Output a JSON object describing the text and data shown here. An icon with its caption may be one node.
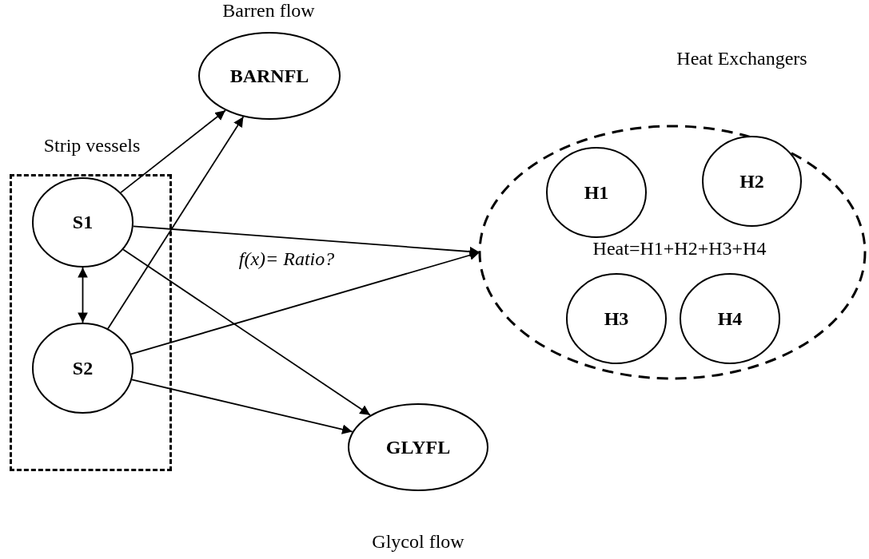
{
  "diagram": {
    "nodes": [
      {
        "text": [
          "Strip vessels"
        ]
      },
      {
        "text": [
          "S1"
        ],
        "in": 0
      },
      {
        "text": [
          "S2"
        ],
        "in": 0
      },
      {
        "text": [
          "Barren flow",
          "BARNFL"
        ]
      },
      {
        "text": [
          "Heat Exchangers",
          "Heat=H1+H2+H3+H4"
        ]
      },
      {
        "text": [
          "H1"
        ],
        "in": 4
      },
      {
        "text": [
          "H2"
        ],
        "in": 4
      },
      {
        "text": [
          "H3"
        ],
        "in": 4
      },
      {
        "text": [
          "H4"
        ],
        "in": 4
      },
      {
        "text": [
          "GLYFL",
          "Glycol flow"
        ]
      }
    ],
    "edges": [
      {
        "from": 1,
        "to": 2,
        "arrow": "both"
      },
      {
        "from": 1,
        "to": 3,
        "arrow": "to"
      },
      {
        "from": 2,
        "to": 3,
        "arrow": "to"
      },
      {
        "from": 1,
        "to": 4,
        "arrow": "to",
        "label": "f(x)= Ratio?"
      },
      {
        "from": 2,
        "to": 4,
        "arrow": "to"
      },
      {
        "from": 1,
        "to": 9,
        "arrow": "to"
      },
      {
        "from": 2,
        "to": 9,
        "arrow": "to"
      }
    ]
  }
}
